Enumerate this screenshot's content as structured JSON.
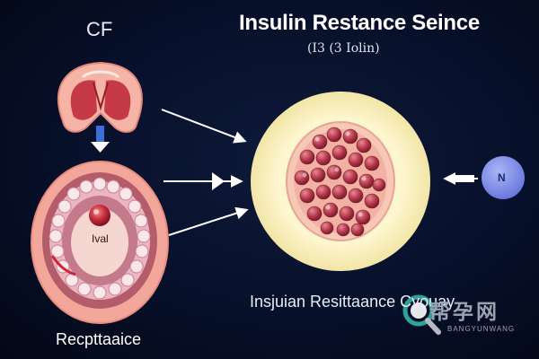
{
  "labels": {
    "cf": "CF",
    "title": "Insulin Restance Seince",
    "subtitle": "(I3 (3 Iolin)",
    "caption": "Insjuian Resittaance Cyouay",
    "left_caption": "Recpttaaice",
    "vial": "Ival",
    "n_circle": "N"
  },
  "watermark": {
    "text": "帮孕网",
    "subtext": "BANGYUNWANG"
  },
  "colors": {
    "background": "#07102a",
    "flesh": "#f3a79a",
    "cell_red": "#b4374a",
    "pale_yellow": "#fdf6cf",
    "arrow_blue": "#3b6fd6",
    "n_circle": "#7f8ee8"
  }
}
